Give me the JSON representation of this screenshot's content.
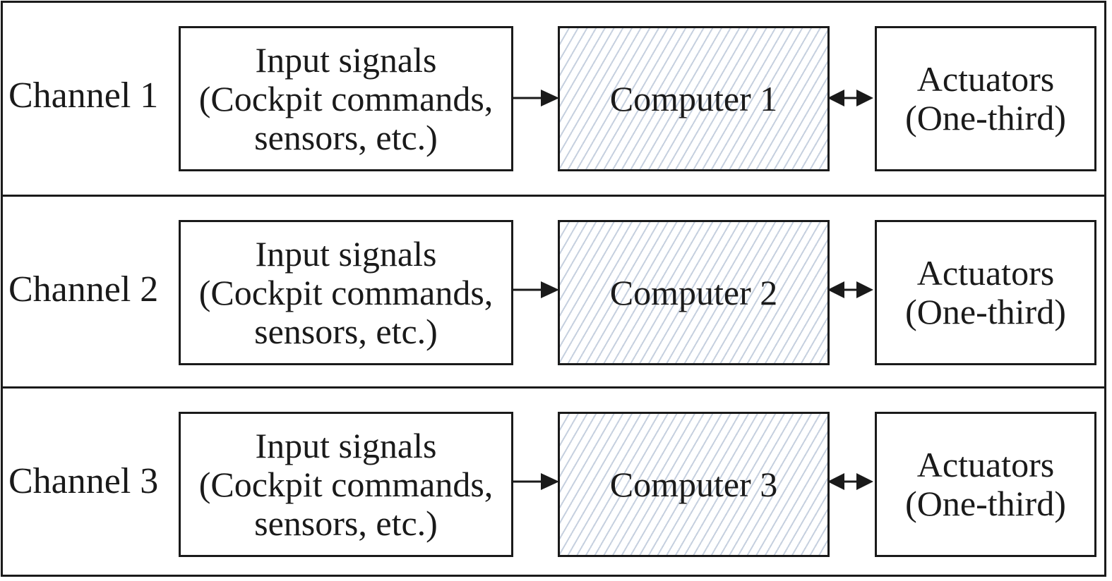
{
  "channels": [
    {
      "label": "Channel 1",
      "input_lines": [
        "Input signals",
        "(Cockpit commands,",
        "sensors, etc.)"
      ],
      "computer": "Computer 1",
      "actuator_lines": [
        "Actuators",
        "(One-third)"
      ]
    },
    {
      "label": "Channel 2",
      "input_lines": [
        "Input signals",
        "(Cockpit commands,",
        "sensors, etc.)"
      ],
      "computer": "Computer 2",
      "actuator_lines": [
        "Actuators",
        "(One-third)"
      ]
    },
    {
      "label": "Channel 3",
      "input_lines": [
        "Input signals",
        "(Cockpit commands,",
        "sensors, etc.)"
      ],
      "computer": "Computer 3",
      "actuator_lines": [
        "Actuators",
        "(One-third)"
      ]
    }
  ],
  "colors": {
    "stroke": "#1a1a1a",
    "computer_hatch": "#c6d0df",
    "background": "#ffffff"
  }
}
